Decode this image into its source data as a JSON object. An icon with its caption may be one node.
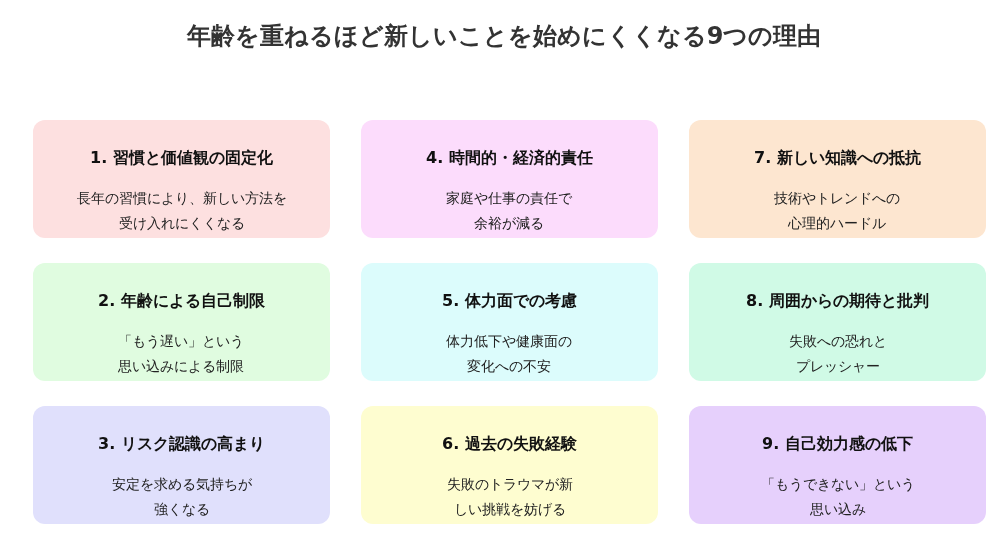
{
  "diagram": {
    "title": "年齢を重ねるほど新しいことを始めにくくなる9つの理由",
    "nodes": [
      {
        "text": [
          "1. 習慣と価値観の固定化",
          "長年の習慣により、新しい方法を受け入れにくくなる"
        ]
      },
      {
        "text": [
          "2. 年齢による自己制限",
          "「もう遅い」という思い込みによる制限"
        ]
      },
      {
        "text": [
          "3. リスク認識の高まり",
          "安定を求める気持ちが強くなる"
        ]
      },
      {
        "text": [
          "4. 時間的・経済的責任",
          "家庭や仕事の責任で余裕が減る"
        ]
      },
      {
        "text": [
          "5. 体力面での考慮",
          "体力低下や健康面の変化への不安"
        ]
      },
      {
        "text": [
          "6. 過去の失敗経験",
          "失敗のトラウマが新しい挑戦を妨げる"
        ]
      },
      {
        "text": [
          "7. 新しい知識への抵抗",
          "技術やトレンドへの心理的ハードル"
        ]
      },
      {
        "text": [
          "8. 周囲からの期待と批判",
          "失敗への恐れとプレッシャー"
        ]
      },
      {
        "text": [
          "9. 自己効力感の低下",
          "「もうできない」という思い込み"
        ]
      }
    ]
  }
}
